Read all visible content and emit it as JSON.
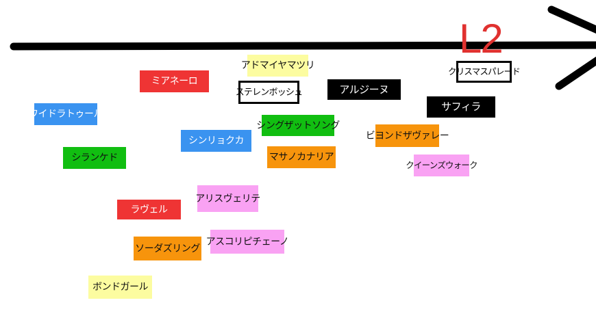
{
  "axis": {
    "label": "L2",
    "label_color": "#e0312f",
    "arrow_direction": "right"
  },
  "palette": {
    "red": "#ef3434",
    "blue": "#3a93f0",
    "green": "#11be11",
    "orange": "#f7940c",
    "pink": "#f9a2f3",
    "yellow": "#fcfca0",
    "black": "#000000",
    "white": "#ffffff"
  },
  "tags": [
    {
      "text": "アドマイヤマツリ",
      "color": "yellow"
    },
    {
      "text": "クリスマスパレード",
      "color": "white"
    },
    {
      "text": "ミアネーロ",
      "color": "red"
    },
    {
      "text": "ステレンボッシュ",
      "color": "white"
    },
    {
      "text": "アルジーヌ",
      "color": "black"
    },
    {
      "text": "サフィラ",
      "color": "black"
    },
    {
      "text": "ワイドラトゥール",
      "color": "blue"
    },
    {
      "text": "シングザットソング",
      "color": "green"
    },
    {
      "text": "ビヨンドザヴァレー",
      "color": "orange"
    },
    {
      "text": "シンリョクカ",
      "color": "blue"
    },
    {
      "text": "シランケド",
      "color": "green"
    },
    {
      "text": "マサノカナリア",
      "color": "orange"
    },
    {
      "text": "クイーンズウォーク",
      "color": "pink"
    },
    {
      "text": "アリスヴェリテ",
      "color": "pink"
    },
    {
      "text": "ラヴェル",
      "color": "red"
    },
    {
      "text": "アスコリピチェーノ",
      "color": "pink"
    },
    {
      "text": "ソーダズリング",
      "color": "orange"
    },
    {
      "text": "ボンドガール",
      "color": "yellow"
    }
  ]
}
